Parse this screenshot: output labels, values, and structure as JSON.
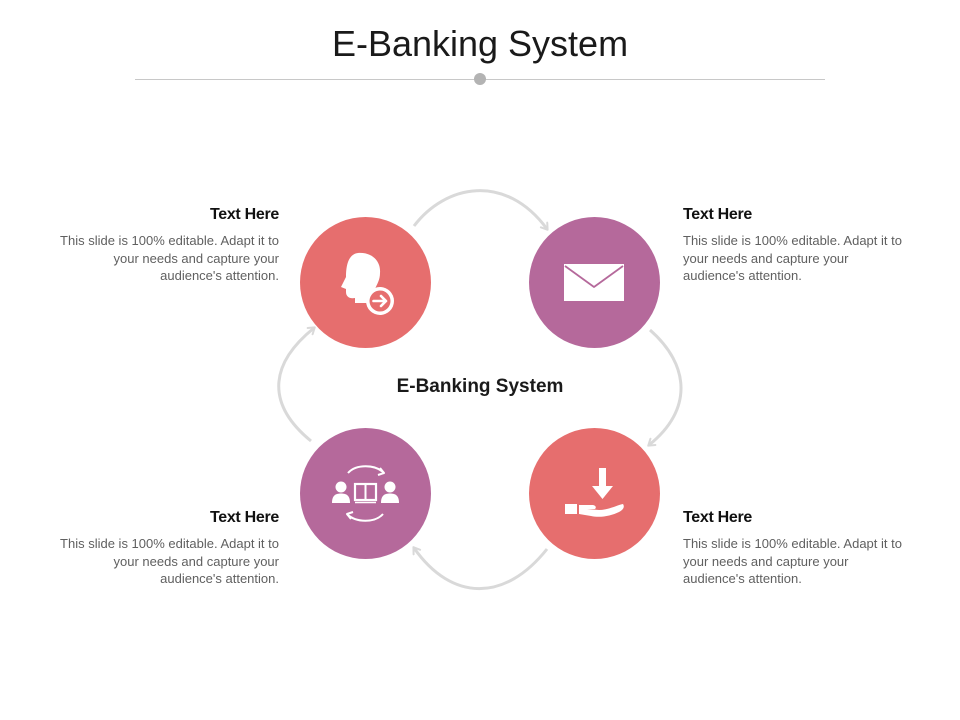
{
  "slide": {
    "title": "E-Banking System",
    "center_label": "E-Banking System"
  },
  "colors": {
    "coral": "#e66e6e",
    "mauve": "#b5699b",
    "connector": "#d9d9d9",
    "rule": "#c8c8c8",
    "rule_dot": "#b3b3b3"
  },
  "nodes": [
    {
      "position": "top-left",
      "color": "#e66e6e",
      "icon": "user-profile-arrow-icon",
      "heading": "Text Here",
      "body": "This slide is 100% editable. Adapt it to your needs and capture your audience's attention."
    },
    {
      "position": "top-right",
      "color": "#b5699b",
      "icon": "envelope-icon",
      "heading": "Text Here",
      "body": "This slide is 100% editable. Adapt it to your needs and capture your audience's attention."
    },
    {
      "position": "bottom-left",
      "color": "#b5699b",
      "icon": "people-exchange-book-icon",
      "heading": "Text Here",
      "body": "This slide is 100% editable. Adapt it to your needs and capture your audience's attention."
    },
    {
      "position": "bottom-right",
      "color": "#e66e6e",
      "icon": "hand-receive-download-icon",
      "heading": "Text Here",
      "body": "This slide is 100% editable. Adapt it to your needs and capture your audience's attention."
    }
  ]
}
